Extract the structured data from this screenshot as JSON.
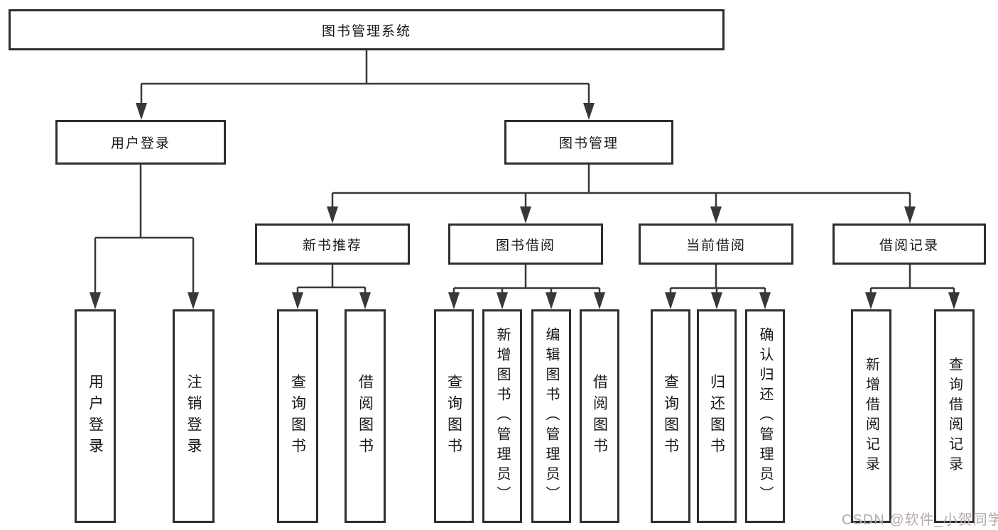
{
  "tree": {
    "root": {
      "label": "图书管理系统"
    },
    "branches": [
      {
        "label": "用户登录",
        "children": [
          {
            "label": "用户登录"
          },
          {
            "label": "注销登录"
          }
        ]
      },
      {
        "label": "图书管理",
        "children": [
          {
            "label": "新书推荐",
            "children": [
              {
                "label": "查询图书"
              },
              {
                "label": "借阅图书"
              }
            ]
          },
          {
            "label": "图书借阅",
            "children": [
              {
                "label": "查询图书"
              },
              {
                "label": "新增图书（管理员）"
              },
              {
                "label": "编辑图书（管理员）"
              },
              {
                "label": "借阅图书"
              }
            ]
          },
          {
            "label": "当前借阅",
            "children": [
              {
                "label": "查询图书"
              },
              {
                "label": "归还图书"
              },
              {
                "label": "确认归还（管理员）"
              }
            ]
          },
          {
            "label": "借阅记录",
            "children": [
              {
                "label": "新增借阅记录"
              },
              {
                "label": "查询借阅记录"
              }
            ]
          }
        ]
      }
    ]
  },
  "watermark": {
    "text": "CSDN @软件_小贺同学"
  },
  "colors": {
    "line": "#383838",
    "border": "#2e2e2e",
    "text": "#161616",
    "watermark": "#b4a8a8",
    "background": "#ffffff"
  }
}
